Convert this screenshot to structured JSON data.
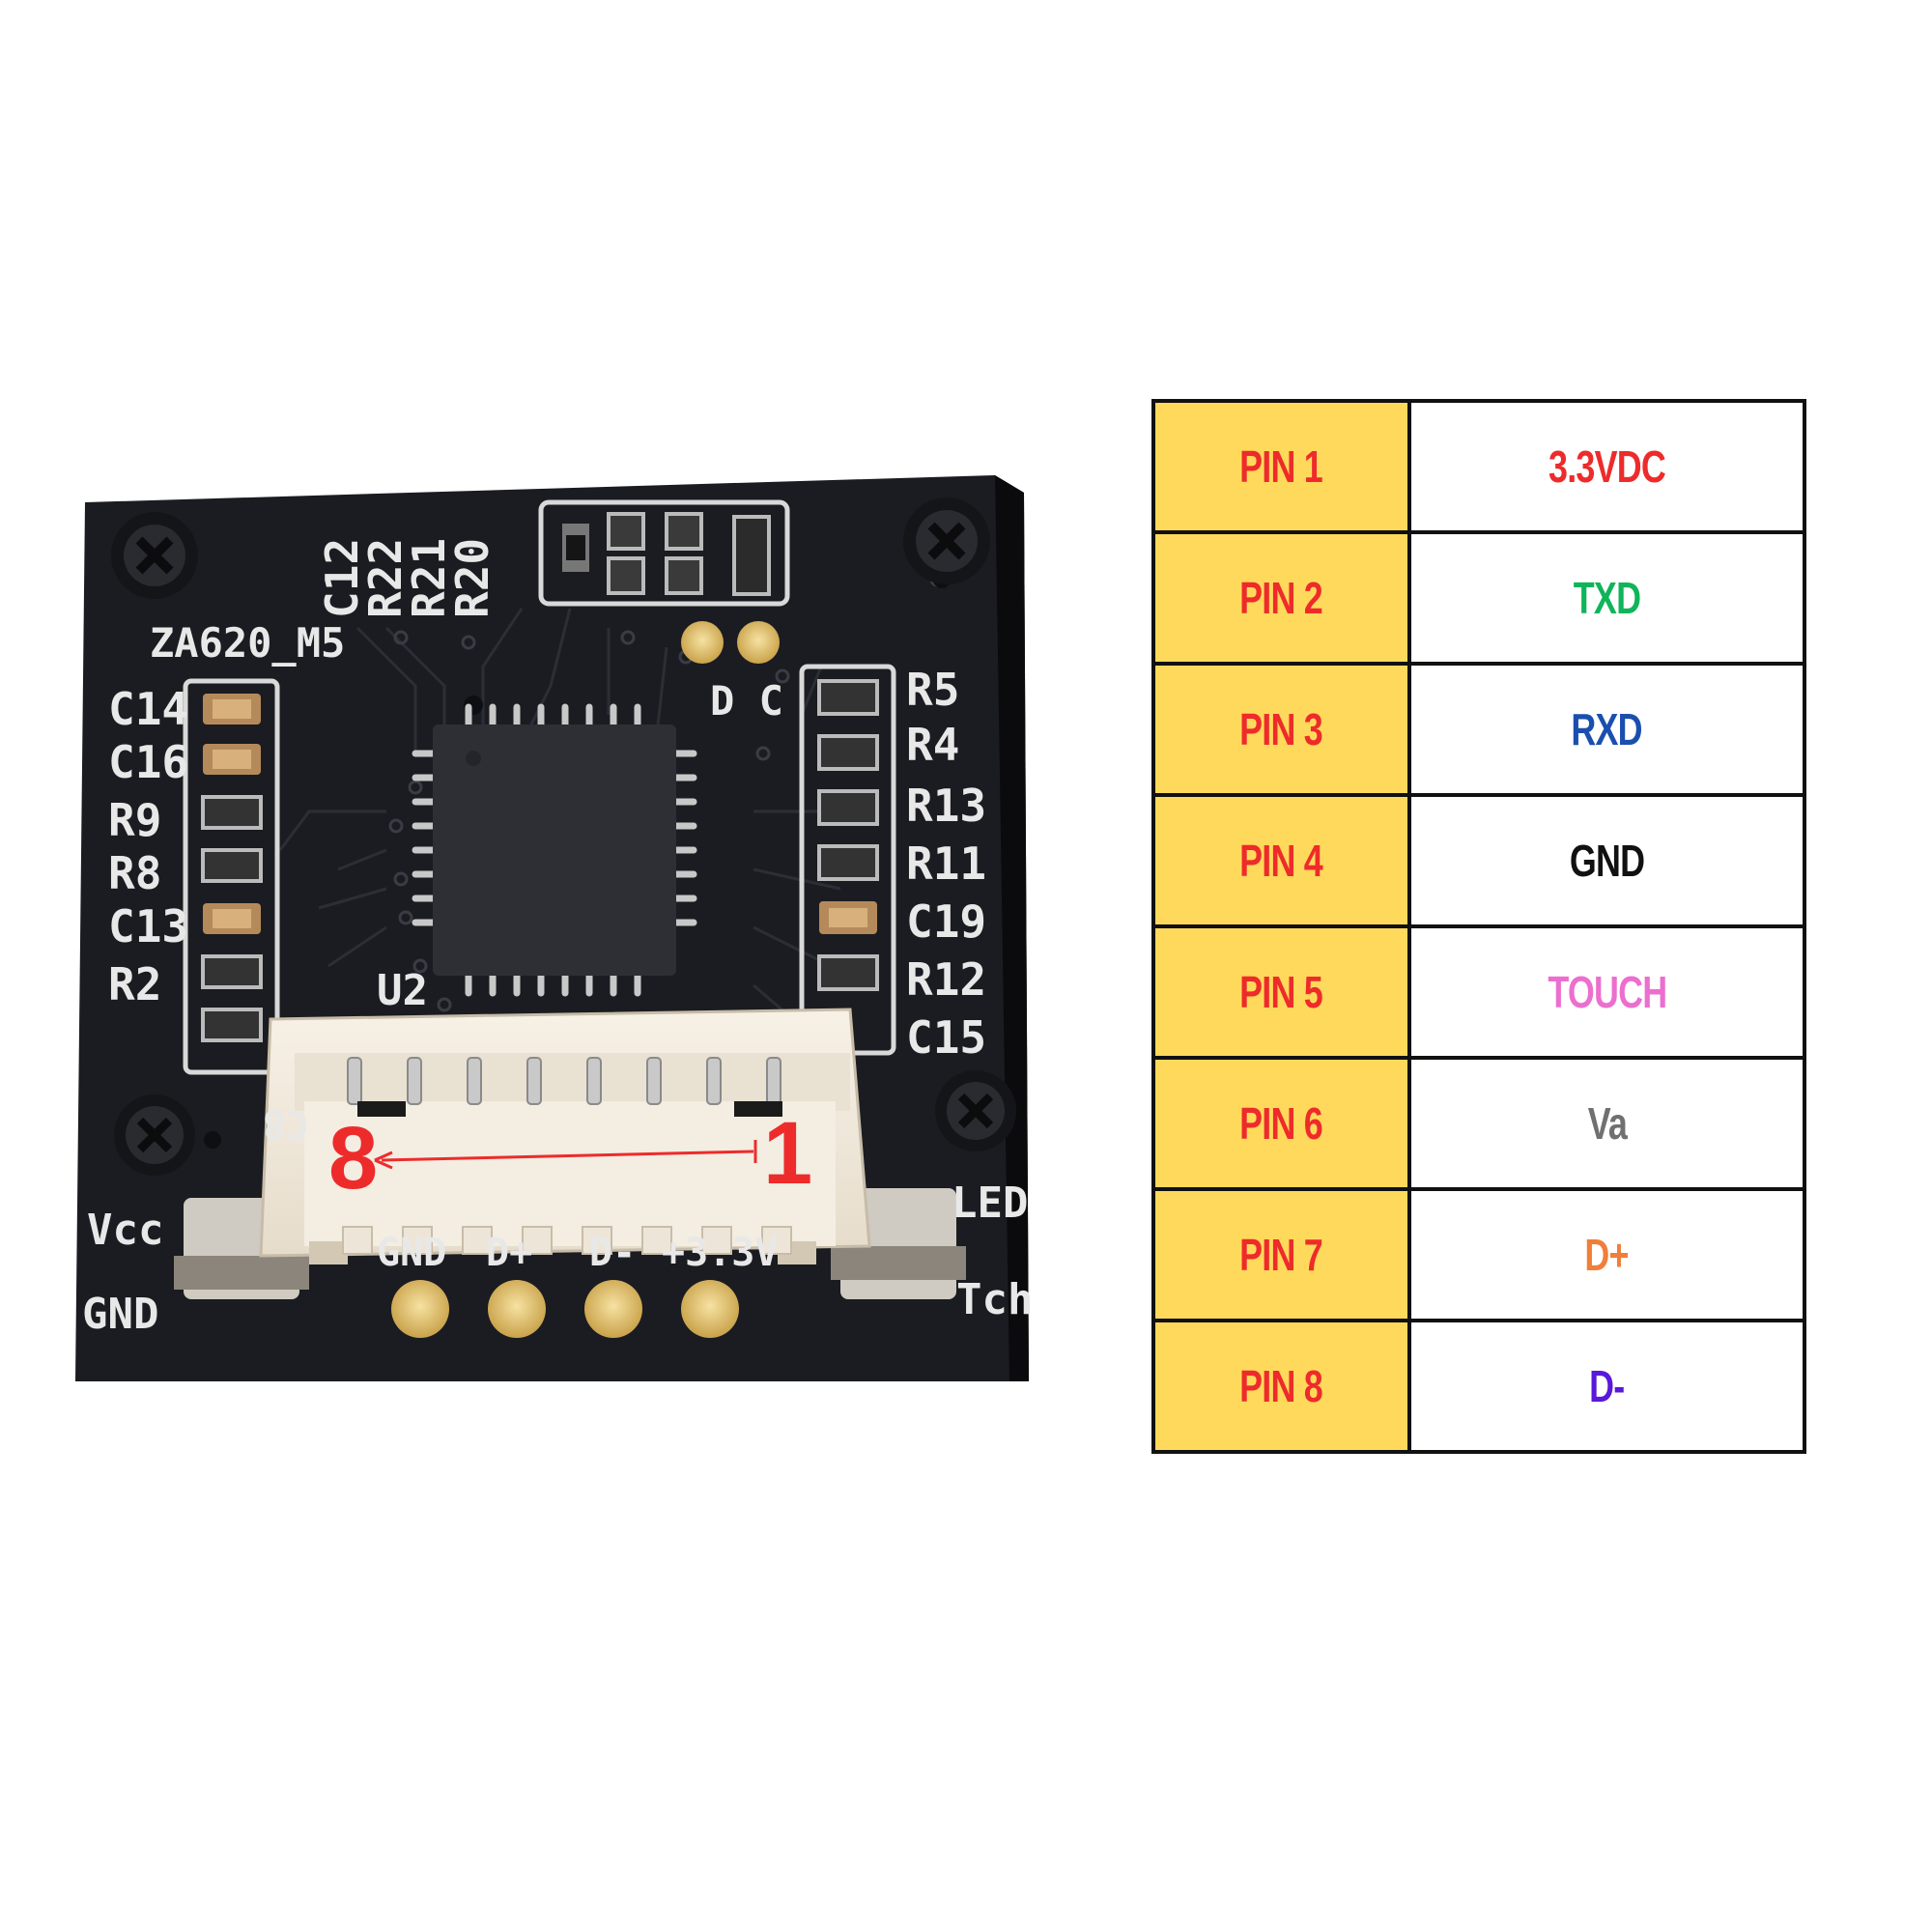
{
  "board": {
    "silkscreen": {
      "model": "ZA620_M5",
      "ic": "U2",
      "top_labels": [
        "C12",
        "R22",
        "R21",
        "R20"
      ],
      "left_labels": [
        "C14",
        "C16",
        "R9",
        "R8",
        "C13",
        "R2"
      ],
      "right_labels": [
        "R5",
        "R4",
        "R13",
        "R11",
        "C19",
        "R12",
        "C15"
      ],
      "dc_label": "D C",
      "bottom_labels": [
        "GND",
        "D+",
        "D-",
        "+3.3V"
      ],
      "vcc": "Vcc",
      "gnd": "GND",
      "led": "LED",
      "tch": "Tch",
      "c8": "C8"
    },
    "connector": {
      "left_number": "8",
      "right_number": "1",
      "arrow_color": "#ee2b2b"
    }
  },
  "pin_table": {
    "header_fill": "#ffd95b",
    "pin_text_color": "#ee2b2b",
    "rows": [
      {
        "pin": "PIN 1",
        "function": "3.3VDC",
        "color": "#ee2b2b"
      },
      {
        "pin": "PIN 2",
        "function": "TXD",
        "color": "#10b45a"
      },
      {
        "pin": "PIN 3",
        "function": "RXD",
        "color": "#1a4fae"
      },
      {
        "pin": "PIN 4",
        "function": "GND",
        "color": "#111111"
      },
      {
        "pin": "PIN 5",
        "function": "TOUCH",
        "color": "#ec6fcf"
      },
      {
        "pin": "PIN 6",
        "function": "Va",
        "color": "#707070"
      },
      {
        "pin": "PIN 7",
        "function": "D+",
        "color": "#f07f3a"
      },
      {
        "pin": "PIN 8",
        "function": "D-",
        "color": "#5a18d9"
      }
    ]
  }
}
